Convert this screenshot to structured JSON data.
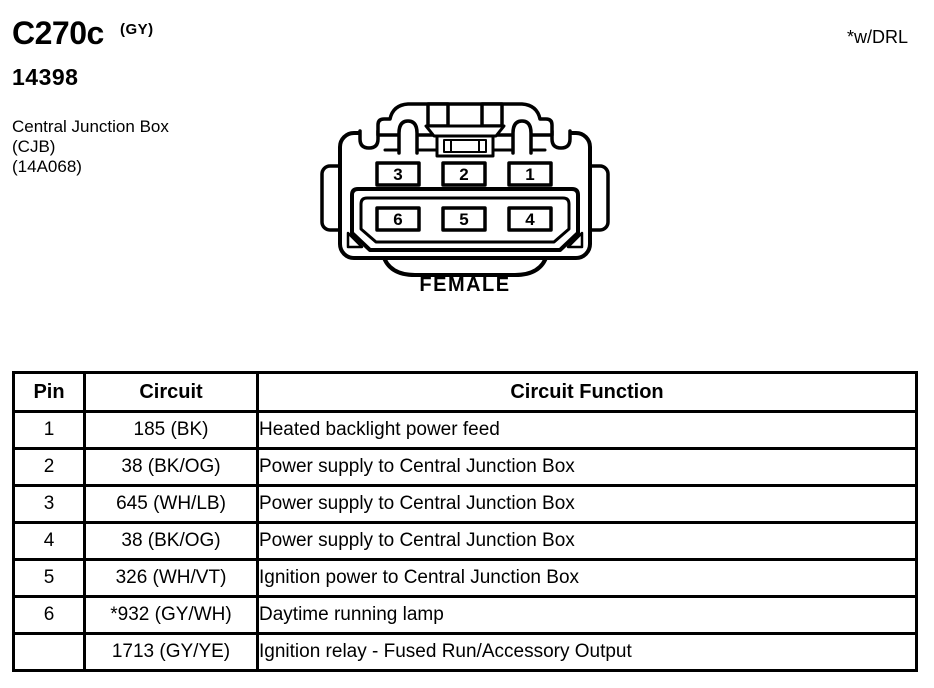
{
  "header": {
    "connector_id": "C270c",
    "connector_color_code": "(GY)",
    "part_number": "14398",
    "component_lines": [
      "Central Junction Box",
      "(CJB)",
      "(14A068)"
    ],
    "note": "*w/DRL"
  },
  "connector": {
    "gender_label": "FEMALE",
    "top_row_pins": [
      "3",
      "2",
      "1"
    ],
    "bottom_row_pins": [
      "6",
      "5",
      "4"
    ]
  },
  "table": {
    "headers": [
      "Pin",
      "Circuit",
      "Circuit Function"
    ],
    "rows": [
      {
        "pin": "1",
        "circuit": "185 (BK)",
        "function": "Heated backlight power feed"
      },
      {
        "pin": "2",
        "circuit": "38 (BK/OG)",
        "function": "Power supply to Central Junction Box"
      },
      {
        "pin": "3",
        "circuit": "645 (WH/LB)",
        "function": "Power supply to Central Junction Box"
      },
      {
        "pin": "4",
        "circuit": "38 (BK/OG)",
        "function": "Power supply to Central Junction Box"
      },
      {
        "pin": "5",
        "circuit": "326 (WH/VT)",
        "function": "Ignition power to Central Junction Box"
      },
      {
        "pin": "6",
        "circuit": "*932 (GY/WH)",
        "function": "Daytime running lamp"
      },
      {
        "pin": "",
        "circuit": "1713 (GY/YE)",
        "function": "Ignition relay - Fused Run/Accessory Output"
      }
    ]
  },
  "colors": {
    "ink": "#000000",
    "paper": "#ffffff"
  }
}
